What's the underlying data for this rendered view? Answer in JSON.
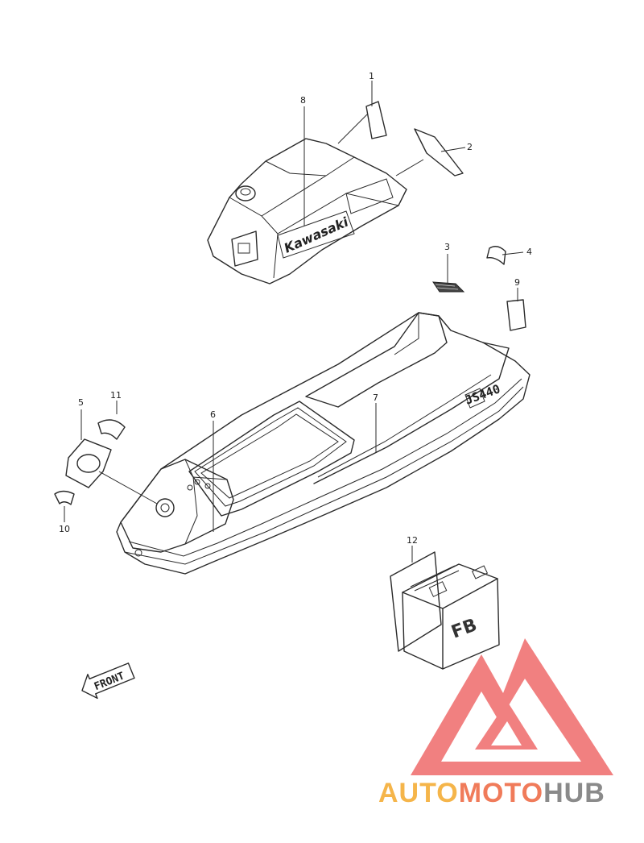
{
  "diagram": {
    "callouts": [
      "1",
      "2",
      "3",
      "4",
      "5",
      "6",
      "7",
      "8",
      "9",
      "10",
      "11",
      "12"
    ],
    "hood_brand": "Kawasaki",
    "hull_model": "JS440",
    "front_arrow": "FRONT",
    "battery_label": "FB"
  },
  "watermark": {
    "part1": "AUTO",
    "part2": "MOTO",
    "part3": "HUB",
    "colors": {
      "auto": "#f5b54a",
      "moto": "#f07b5a",
      "hub": "#8a8a8a",
      "logo": "#ef6b6b"
    }
  }
}
